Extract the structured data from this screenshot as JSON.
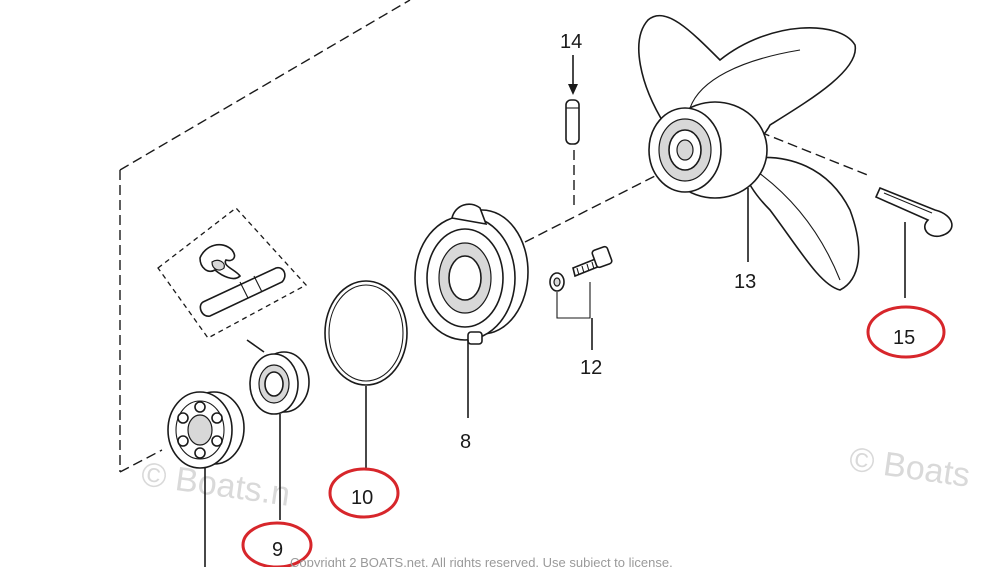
{
  "diagram": {
    "labels": {
      "p8": "8",
      "p9": "9",
      "p10": "10",
      "p12": "12",
      "p13": "13",
      "p14": "14",
      "p15": "15"
    },
    "highlight_color": "#d7262b",
    "watermark_left": "© Boats.n",
    "watermark_right": "© Boats",
    "footer_text": "Copyright 2 BOATS.net. All rights reserved. Use subject to license."
  }
}
